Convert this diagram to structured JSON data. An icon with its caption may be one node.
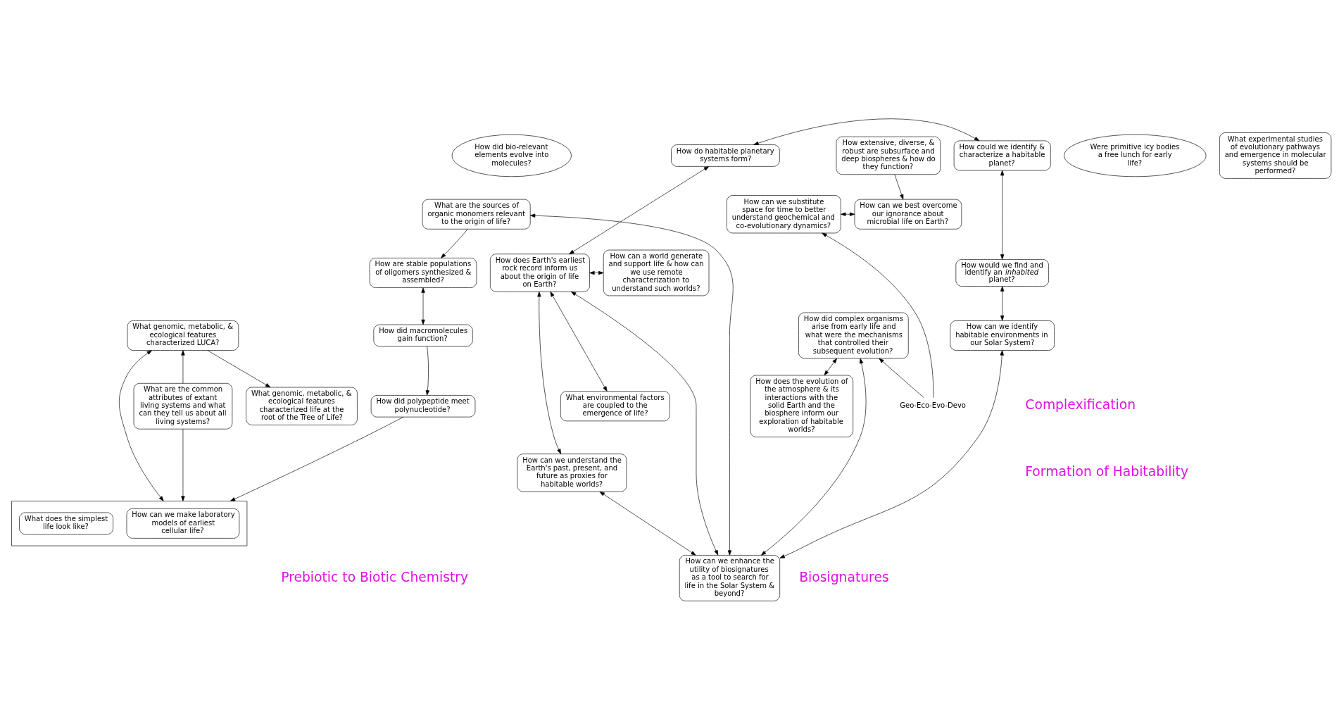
{
  "diagram": {
    "nodes": [
      {
        "text": [
          "How did bio-relevant elements evolve into molecules?"
        ]
      },
      {
        "text": [
          "Were primitive icy bodies a free lunch for early life?"
        ]
      },
      {
        "text": [
          "What are the sources of organic monomers relevant to the origin of life?"
        ]
      },
      {
        "text": [
          "How are stable populations of oligomers synthesized & assembled?"
        ]
      },
      {
        "text": [
          "How did macromolecules gain function?"
        ]
      },
      {
        "text": [
          "How did polypeptide meet polynucleotide?"
        ]
      },
      {
        "text": [
          "What are the common attributes of extant living systems and what can they tell us about all living systems?"
        ]
      },
      {
        "text": [],
        "shape": "box"
      },
      {
        "text": [
          "How can we make laboratory models of earliest cellular life?"
        ],
        "in": 7
      },
      {
        "text": [
          "What does the simplest life look like?"
        ],
        "in": 7
      },
      {
        "text": [
          "What genomic, metabolic, & ecological features characterized LUCA?"
        ]
      },
      {
        "text": [
          "What genomic, metabolic, & ecological features characterized life at the root of the Tree of Life?"
        ]
      },
      {
        "text": [
          "What experimental studies of evolutionary pathways and emergence in molecular systems should be performed?"
        ]
      },
      {
        "text": [
          "How extensive, diverse, & robust are subsurface and deep biospheres & how do they function?"
        ]
      },
      {
        "text": [
          "How can we best overcome our ignorance about microbial life on Earth?"
        ]
      },
      {
        "text": [
          "How can we substitute space for time to better understand geochemical and co-evolutionary dynamics?"
        ]
      },
      {
        "text": [
          "Geo-Eco-Evo-Devo"
        ]
      },
      {
        "text": [
          "How did complex organisms arise from early life and what were the mechanisms that controlled their subsequent evolution?"
        ]
      },
      {
        "text": [
          "How does the evolution of the atmosphere & its interactions with the solid Earth and the biosphere inform our exploration of habitable worlds?"
        ]
      },
      {
        "text": [
          "How can we understand the Earth's past, present, and future as proxies for habitable worlds?"
        ]
      },
      {
        "text": [
          "How do habitable planetary systems form?"
        ]
      },
      {
        "text": [
          "How can a world generate and support life & how can we use remote characterization to understand such worlds?"
        ]
      },
      {
        "text": [
          "How does Earth's earliest rock record inform us about the origin of life on Earth?"
        ]
      },
      {
        "text": [
          "What environmental factors are coupled to the emergence of life?"
        ]
      },
      {
        "text": [
          "How could we identify & characterize a habitable planet?"
        ]
      },
      {
        "text": [
          "How would we find and identify an *inhabited* planet?"
        ]
      },
      {
        "text": [
          "How can we identify habitable environments in our Solar System?"
        ]
      },
      {
        "text": [
          "How can we enhance the utility of biosignatures as a tool to search for life in the Solar System & beyond?"
        ]
      }
    ],
    "edges": [
      {
        "from": 2,
        "to": 3,
        "arrow": "to"
      },
      {
        "from": 3,
        "to": 4,
        "arrow": "both"
      },
      {
        "from": 4,
        "to": 5,
        "arrow": "to"
      },
      {
        "from": 5,
        "to": 7,
        "arrow": "to"
      },
      {
        "from": 6,
        "to": 7,
        "arrow": "to"
      },
      {
        "from": 6,
        "to": 10,
        "arrow": "to"
      },
      {
        "from": 10,
        "to": 11,
        "arrow": "to"
      },
      {
        "from": 7,
        "to": 10,
        "arrow": "both"
      },
      {
        "from": 27,
        "to": 2,
        "arrow": "both"
      },
      {
        "from": 13,
        "to": 14,
        "arrow": "to"
      },
      {
        "from": 14,
        "to": 15,
        "arrow": "both"
      },
      {
        "from": 16,
        "to": 15,
        "arrow": "to"
      },
      {
        "from": 16,
        "to": 17,
        "arrow": "to"
      },
      {
        "from": 18,
        "to": 17,
        "arrow": "both"
      },
      {
        "from": 27,
        "to": 17,
        "arrow": "both"
      },
      {
        "from": 19,
        "to": 22,
        "arrow": "both"
      },
      {
        "from": 19,
        "to": 27,
        "arrow": "both"
      },
      {
        "from": 22,
        "to": 20,
        "arrow": "both"
      },
      {
        "from": 22,
        "to": 21,
        "arrow": "both"
      },
      {
        "from": 22,
        "to": 23,
        "arrow": "both"
      },
      {
        "from": 27,
        "to": 22,
        "arrow": "both"
      },
      {
        "from": 20,
        "to": 24,
        "arrow": "both"
      },
      {
        "from": 24,
        "to": 25,
        "arrow": "both"
      },
      {
        "from": 25,
        "to": 26,
        "arrow": "both"
      },
      {
        "from": 27,
        "to": 26,
        "arrow": "both"
      }
    ],
    "labels": [
      "Complexification",
      "Formation of Habitability",
      "Prebiotic to Biotic Chemistry",
      "Biosignatures"
    ]
  }
}
